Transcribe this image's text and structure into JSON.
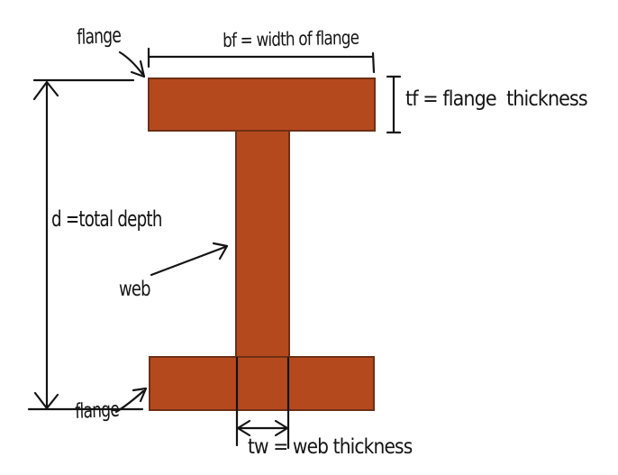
{
  "labels": {
    "flange_top": "flange",
    "bf": "bf = width of flange",
    "tf": "tf = flange  thickness",
    "d": "d =total depth",
    "web": "web",
    "flange_bottom": "flange",
    "tw": "tw = web thickness"
  },
  "colors": {
    "beam_fill": "#b5491e",
    "beam_border": "#6e2f14",
    "ink": "#141414",
    "background": "#ffffff"
  }
}
